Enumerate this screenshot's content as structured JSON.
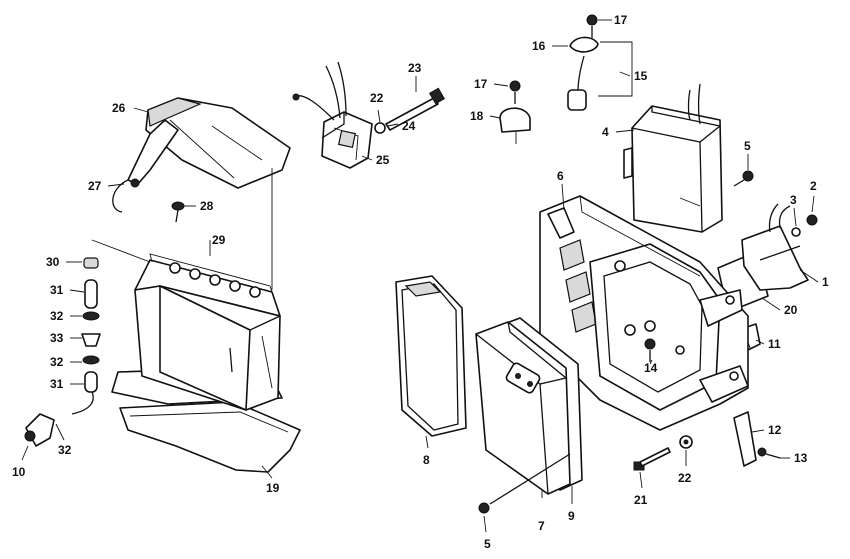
{
  "callouts": [
    {
      "id": "c1",
      "text": "1"
    },
    {
      "id": "c2",
      "text": "2"
    },
    {
      "id": "c3",
      "text": "3"
    },
    {
      "id": "c4",
      "text": "4"
    },
    {
      "id": "c5a",
      "text": "5"
    },
    {
      "id": "c5b",
      "text": "5"
    },
    {
      "id": "c6",
      "text": "6"
    },
    {
      "id": "c7",
      "text": "7"
    },
    {
      "id": "c8",
      "text": "8"
    },
    {
      "id": "c9",
      "text": "9"
    },
    {
      "id": "c10",
      "text": "10"
    },
    {
      "id": "c11",
      "text": "11"
    },
    {
      "id": "c12",
      "text": "12"
    },
    {
      "id": "c13",
      "text": "13"
    },
    {
      "id": "c14",
      "text": "14"
    },
    {
      "id": "c15",
      "text": "15"
    },
    {
      "id": "c16",
      "text": "16"
    },
    {
      "id": "c17a",
      "text": "17"
    },
    {
      "id": "c17b",
      "text": "17"
    },
    {
      "id": "c18",
      "text": "18"
    },
    {
      "id": "c19",
      "text": "19"
    },
    {
      "id": "c20",
      "text": "20"
    },
    {
      "id": "c21",
      "text": "21"
    },
    {
      "id": "c22a",
      "text": "22"
    },
    {
      "id": "c22b",
      "text": "22"
    },
    {
      "id": "c23",
      "text": "23"
    },
    {
      "id": "c24",
      "text": "24"
    },
    {
      "id": "c25",
      "text": "25"
    },
    {
      "id": "c26",
      "text": "26"
    },
    {
      "id": "c27",
      "text": "27"
    },
    {
      "id": "c28",
      "text": "28"
    },
    {
      "id": "c29",
      "text": "29"
    },
    {
      "id": "c30",
      "text": "30"
    },
    {
      "id": "c31a",
      "text": "31"
    },
    {
      "id": "c31b",
      "text": "31"
    },
    {
      "id": "c32a",
      "text": "32"
    },
    {
      "id": "c32b",
      "text": "32"
    },
    {
      "id": "c32c",
      "text": "32"
    },
    {
      "id": "c33",
      "text": "33"
    }
  ]
}
